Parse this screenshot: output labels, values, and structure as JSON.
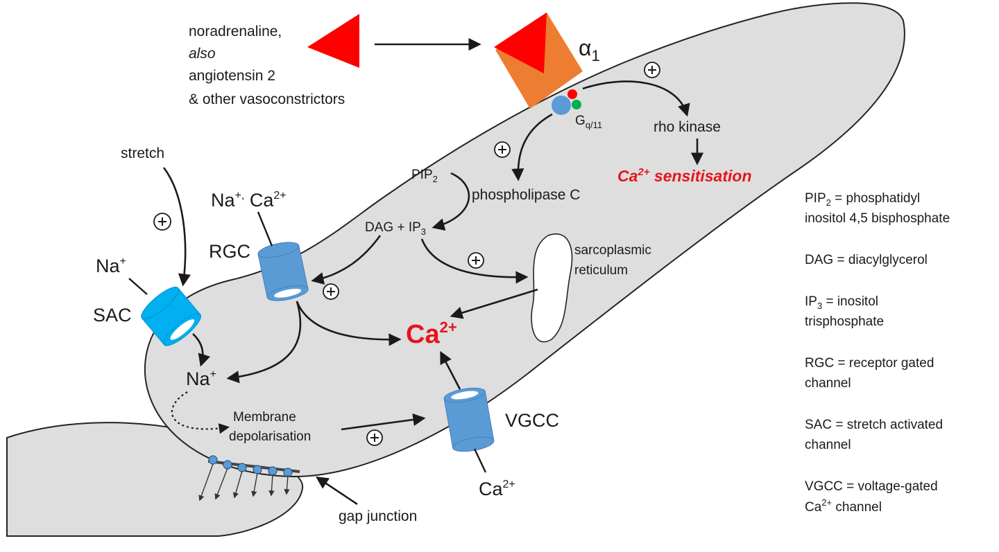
{
  "labels": {
    "agonist_line1": "noradrenaline,",
    "agonist_line2": "also",
    "agonist_line3": "angiotensin 2",
    "agonist_line4": "& other vasoconstrictors",
    "receptor": "α",
    "receptor_sub": "1",
    "gprotein": "G",
    "gprotein_sub": "q/11",
    "rho_kinase": "rho kinase",
    "ca_sensitisation_ca": "Ca",
    "ca_sensitisation_sup": "2+",
    "ca_sensitisation_rest": " sensitisation",
    "pip2": "PIP",
    "pip2_sub": "2",
    "phospholipase": "phospholipase C",
    "dag_ip3": "DAG + IP",
    "dag_ip3_sub": "3",
    "sr_line1": "sarcoplasmic",
    "sr_line2": "reticulum",
    "stretch": "stretch",
    "na_ca_top": "Na",
    "na_ca_top_sup": "+,",
    "na_ca_top_ca": " Ca",
    "na_ca_top_ca_sup": "2+",
    "rgc": "RGC",
    "na_sac": "Na",
    "na_sac_sup": "+",
    "sac": "SAC",
    "na_inside": "Na",
    "na_inside_sup": "+",
    "ca_center": "Ca",
    "ca_center_sup": "2+",
    "membrane_line1": "Membrane",
    "membrane_line2": "depolarisation",
    "vgcc": "VGCC",
    "ca_bottom": "Ca",
    "ca_bottom_sup": "2+",
    "gap_junction": "gap junction"
  },
  "legend": {
    "pip2_l1a": "PIP",
    "pip2_l1sub": "2",
    "pip2_l1b": " = phosphatidyl",
    "pip2_l2": "inositol 4,5 bisphosphate",
    "dag": "DAG = diacylglycerol",
    "ip3_l1a": "IP",
    "ip3_l1sub": "3",
    "ip3_l1b": " = inositol",
    "ip3_l2": "trisphosphate",
    "rgc_l1": "RGC = receptor gated",
    "rgc_l2": "channel",
    "sac_l1": "SAC = stretch activated",
    "sac_l2": "channel",
    "vgcc_l1": "VGCC = voltage-gated",
    "vgcc_l2a": "Ca",
    "vgcc_l2sup": "2+",
    "vgcc_l2b": " channel"
  },
  "colors": {
    "cell_fill": "#dedede",
    "cell_stroke": "#222222",
    "ligand": "#ff0000",
    "receptor": "#ed7d31",
    "channel_blue": "#5b9bd5",
    "sac_blue": "#00b0f0",
    "highlight_red": "#e8141b",
    "gprotein_red": "#ff0000",
    "gprotein_green": "#00b050",
    "gprotein_blue": "#5b9bd5"
  }
}
